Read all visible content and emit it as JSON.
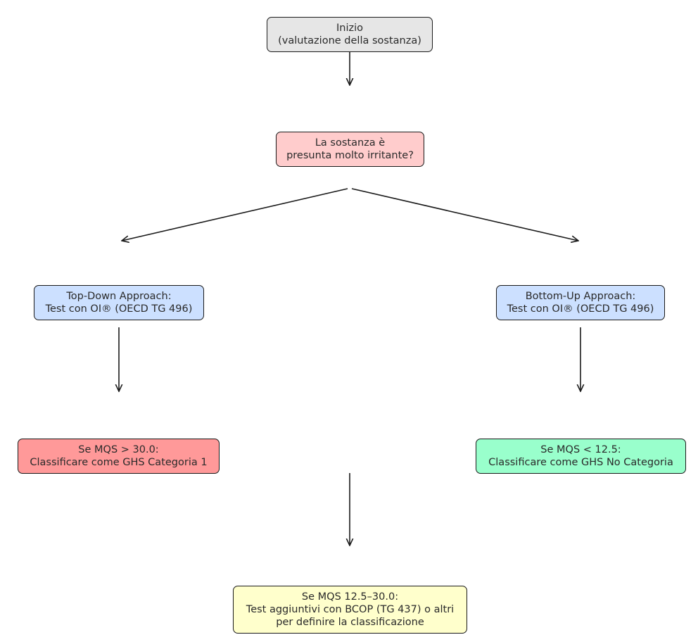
{
  "colors": {
    "start_fill": "#e6e6e6",
    "question_fill": "#ffcccc",
    "approach_fill": "#cce0ff",
    "category1_fill": "#ff9999",
    "no_category_fill": "#99ffcc",
    "additional_fill": "#ffffcc",
    "stroke": "#1a1a1a",
    "text": "#2a2a2a"
  },
  "nodes": {
    "start": {
      "lines": [
        "Inizio",
        "(valutazione della sostanza)"
      ]
    },
    "question": {
      "lines": [
        "La sostanza è",
        "presunta molto irritante?"
      ]
    },
    "top_down": {
      "lines": [
        "Top-Down Approach:",
        "Test con OI® (OECD TG 496)"
      ]
    },
    "bottom_up": {
      "lines": [
        "Bottom-Up Approach:",
        "Test con OI® (OECD TG 496)"
      ]
    },
    "category1": {
      "lines": [
        "Se MQS > 30.0:",
        "Classificare come GHS Categoria 1"
      ]
    },
    "no_category": {
      "lines": [
        "Se MQS < 12.5:",
        "Classificare come GHS No Categoria"
      ]
    },
    "additional": {
      "lines": [
        "Se MQS 12.5–30.0:",
        "Test aggiuntivi con BCOP (TG 437) o altri",
        "per definire la classificazione"
      ]
    }
  }
}
